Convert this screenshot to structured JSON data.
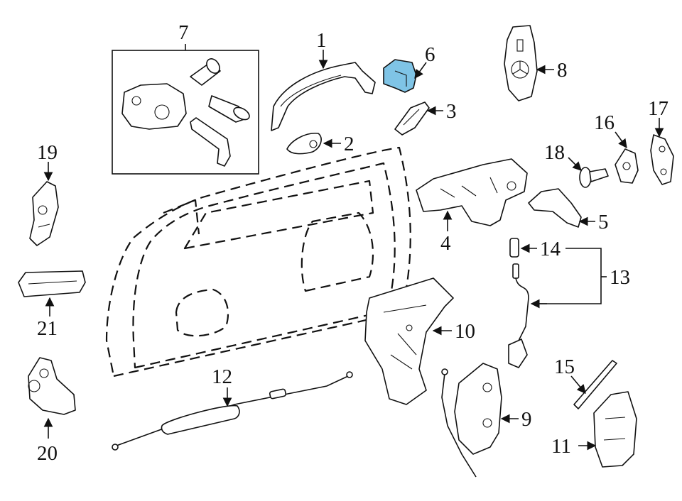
{
  "callouts": {
    "c1": "1",
    "c2": "2",
    "c3": "3",
    "c4": "4",
    "c5": "5",
    "c6": "6",
    "c7": "7",
    "c8": "8",
    "c9": "9",
    "c10": "10",
    "c11": "11",
    "c12": "12",
    "c13": "13",
    "c14": "14",
    "c15": "15",
    "c16": "16",
    "c17": "17",
    "c18": "18",
    "c19": "19",
    "c20": "20",
    "c21": "21"
  },
  "colors": {
    "line": "#111111",
    "highlight": "#7fc4e6",
    "background": "#ffffff"
  },
  "icons": {
    "key_fob_emblem": "three-pointed-star-icon"
  }
}
